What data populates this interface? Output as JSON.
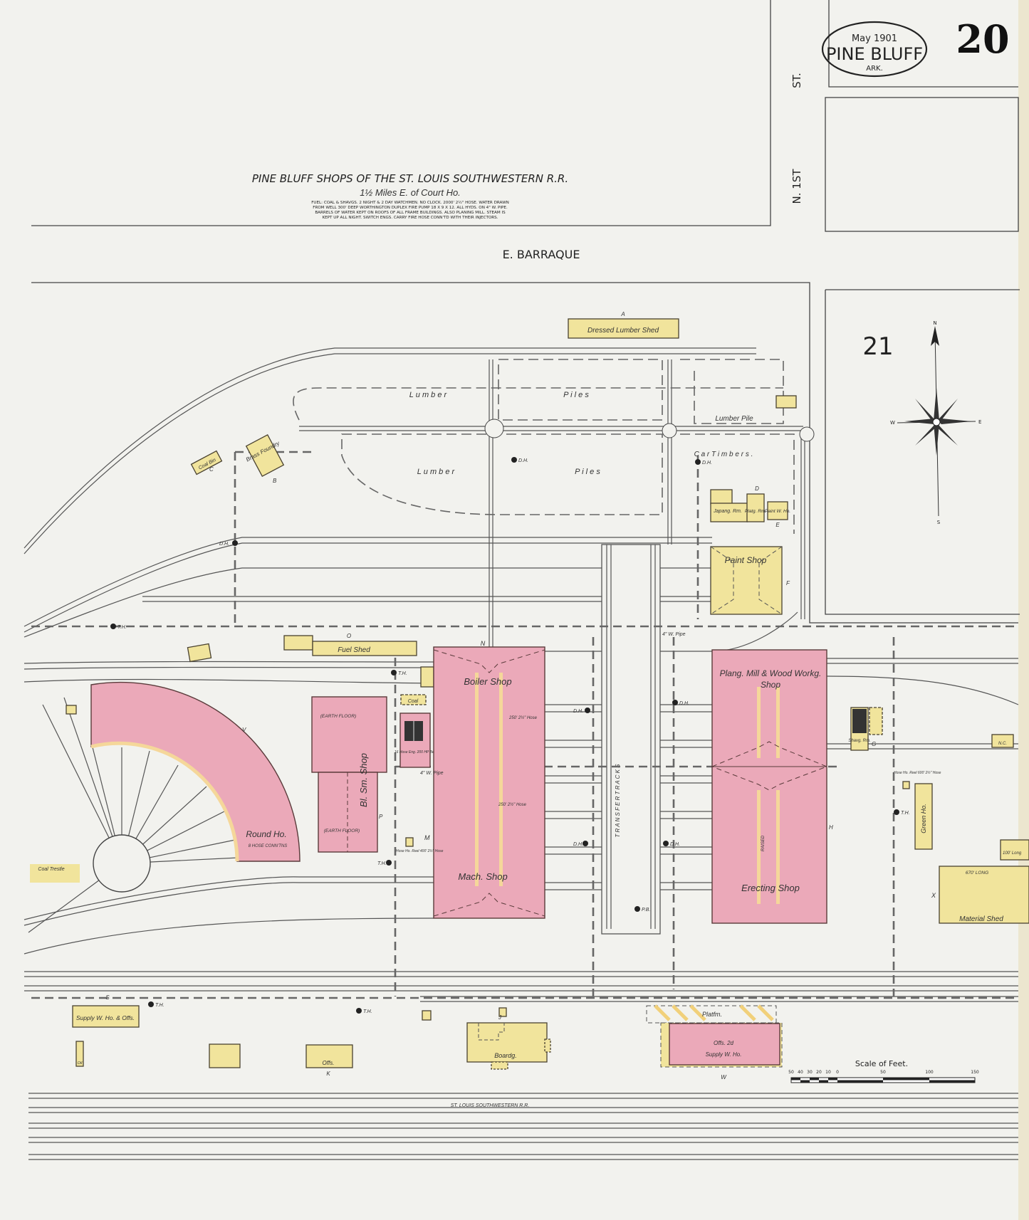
{
  "sheet": {
    "date": "May 1901",
    "city": "Pine Bluff",
    "state": "Ark.",
    "page_number": "20",
    "adjacent_sheet": "21"
  },
  "title": {
    "line1": "Pine Bluff Shops of the St. Louis Southwestern R.R.",
    "line2": "1½ Miles E. of Court Ho.",
    "notes": [
      "Fuel: Coal & Shavgs. 2 Night & 2 Day Watchmen. No Clock. 2000' 2½\" Hose. Water drawn",
      "from well 300' deep Worthington Duplex Fire Pump 18 x 9 x 12. All Hyds. on 4\" W. Pipe.",
      "Barrels of water kept on roofs of all frame buildings. Also Planing Mill. Steam is",
      "kept up all night. Switch Engs. carry fire hose conn'td with their injectors."
    ]
  },
  "streets": {
    "east_west": "E. Barraque",
    "north_south_a": "N. 1st",
    "north_south_b": "St."
  },
  "compass": {
    "n": "N",
    "s": "S",
    "e": "E",
    "w": "W"
  },
  "buildings": {
    "dressed_lumber_shed": {
      "label": "Dressed Lumber Shed",
      "letter": "A"
    },
    "brass_foundry": {
      "label": "Brass Foundry",
      "letter": "B"
    },
    "coal_bin": {
      "label": "Coal Bin",
      "letter": "C"
    },
    "japanning_room": {
      "label": "Japang. Rm."
    },
    "plating_room": {
      "label": "Platg. Rm.",
      "letter": "D"
    },
    "paint_warehouse": {
      "label": "Paint W. Ho.",
      "letter": "E"
    },
    "paint_shop": {
      "label": "Paint Shop",
      "letter": "F"
    },
    "fuel_shed": {
      "label": "Fuel Shed",
      "letter": "O"
    },
    "coal": {
      "label": "Coal"
    },
    "boiler_shop": {
      "label": "Boiler Shop",
      "letter": "N"
    },
    "machine_shop": {
      "label": "Mach. Shop",
      "letter": "M"
    },
    "blacksmith_shop": {
      "label": "Bl. Sm. Shop",
      "letter": "P",
      "floor_top": "(Earth Floor)",
      "floor_bottom": "(Earth Floor)"
    },
    "round_house": {
      "label": "Round Ho.",
      "note": "8 Hose Conn'tns",
      "letter": "V"
    },
    "planing_mill": {
      "label1": "Plang. Mill & Wood Workg.",
      "label2": "Shop"
    },
    "erecting_shop": {
      "label": "Erecting Shop",
      "letter": "H",
      "note": "Raised"
    },
    "shaving_room": {
      "label": "Shavg. Rm.",
      "letter": "G"
    },
    "green_house": {
      "label": "Green Ho."
    },
    "nc": {
      "label": "N.C."
    },
    "material_shed": {
      "label": "Material Shed",
      "length": "670' Long",
      "letter": "X"
    },
    "shed_100": {
      "length": "100' Long"
    },
    "supply_offices": {
      "label": "Supply W. Ho. & Offs.",
      "letter": "S"
    },
    "oil": {
      "label": "Oil"
    },
    "offices": {
      "label": "Offs.",
      "letter": "K"
    },
    "boarding": {
      "label": "Boardg.",
      "letter": "J"
    },
    "supply_warehouse": {
      "label1": "Offs. 2d",
      "label2": "Supply W. Ho.",
      "letter": "W",
      "platform": "Platfm."
    },
    "coal_trestle": {
      "label": "Coal Trestle"
    }
  },
  "yard_labels": {
    "lumber": "L u m b e r",
    "piles": "P i l e s",
    "lumber_pile": "Lumber Pile",
    "car_timbers": "C a r  T i m b e r s .",
    "transfer_tracks": "T R A N S F E R   T R A C K S",
    "water_pipe": "4\" W. Pipe",
    "hose_boiler": "250' 2½\" Hose",
    "hose_mach": "250' 2½\" Hose",
    "hose_reel": "Hose Ho. Reel 400' 2½\" Hose",
    "hose_reel_right": "Hose Ho. Reel 600' 2½\" Hose",
    "boiler_house": "16 Hose  Eng. 200 HP  Belt"
  },
  "hydrants": [
    "D.H.",
    "D.H.",
    "D.H.",
    "D.H.",
    "D.H.",
    "D.H.",
    "D.H.",
    "T.H.",
    "T.H.",
    "T.H.",
    "T.H.",
    "T.H.",
    "T.H.",
    "P.B."
  ],
  "railroad": "St. Louis Southwestern R.R.",
  "scale": {
    "title": "Scale of Feet.",
    "ticks": [
      "50",
      "40",
      "30",
      "20",
      "10",
      "0",
      "50",
      "100",
      "150"
    ]
  },
  "colors": {
    "brick": "#eba9b9",
    "frame": "#f1e49c",
    "paper": "#f2f2ee",
    "ink": "#333333"
  }
}
